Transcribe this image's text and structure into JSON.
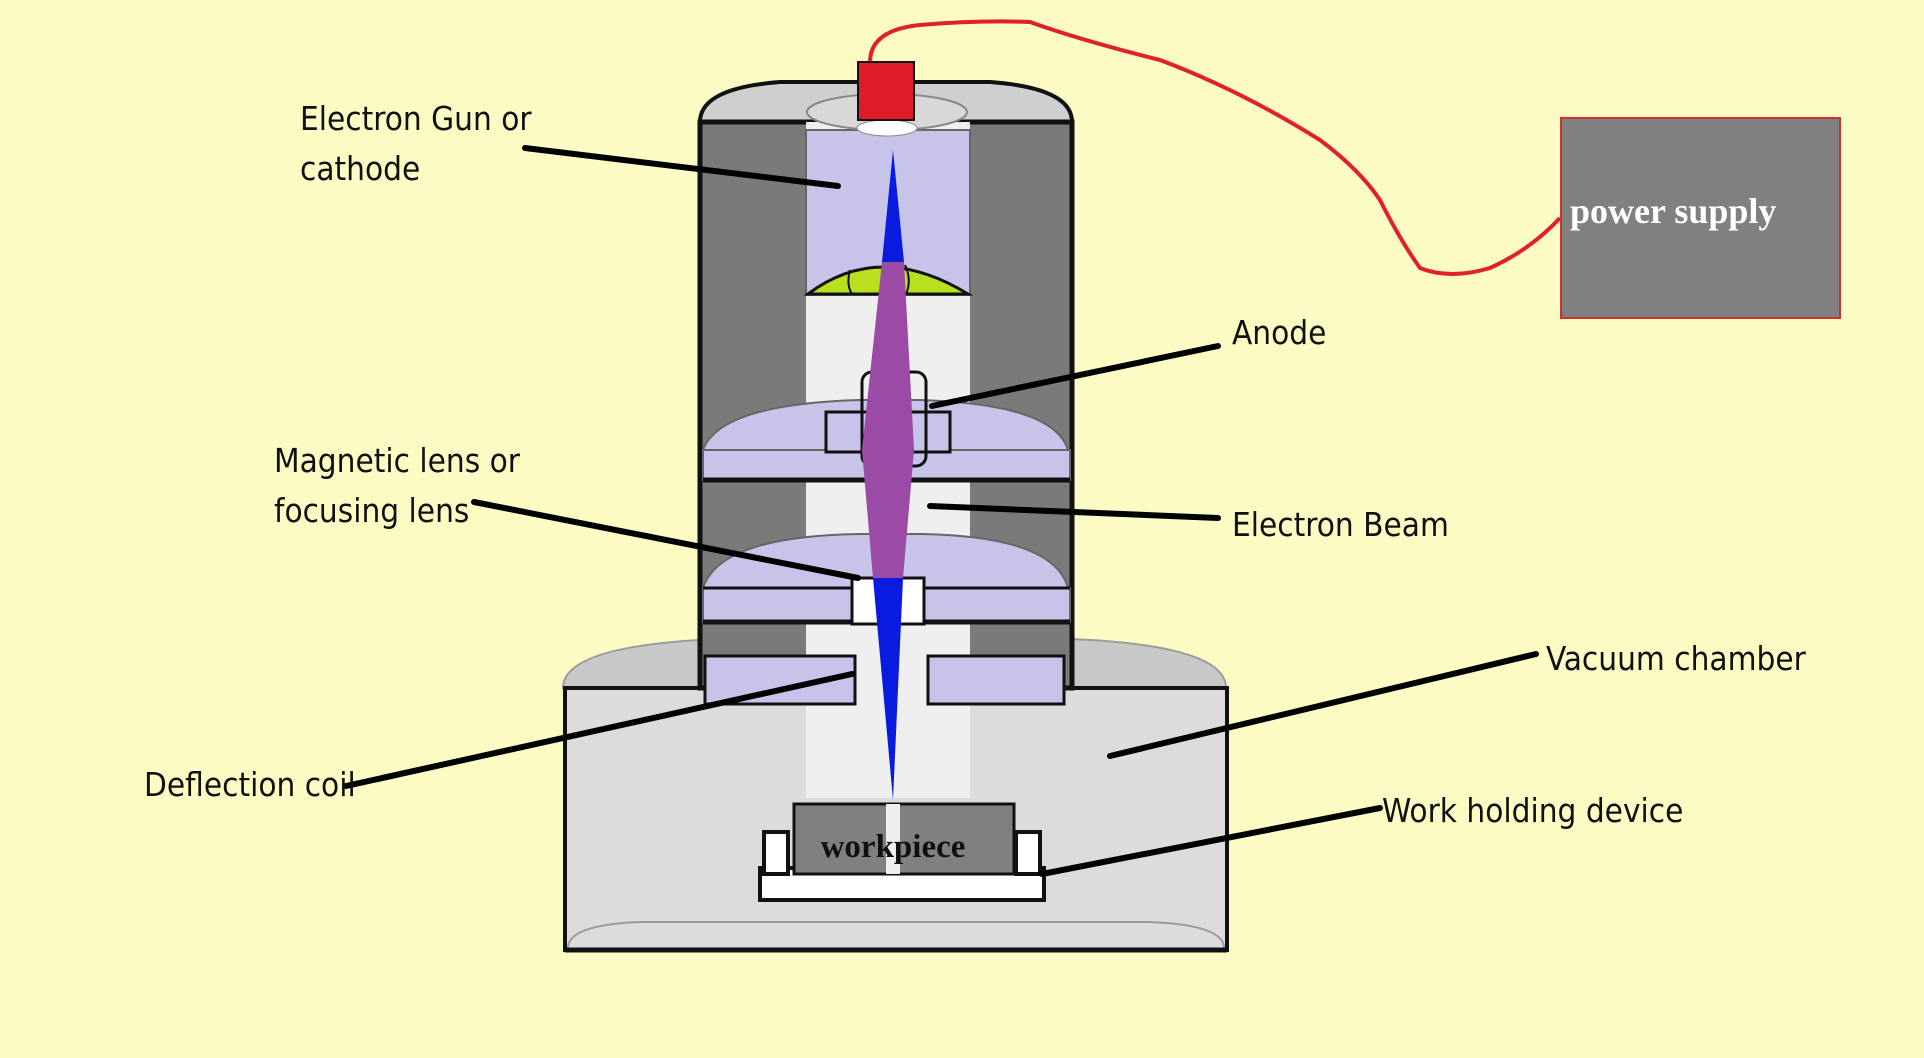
{
  "diagram": {
    "labels": {
      "electron_gun_line1": "Electron Gun or",
      "electron_gun_line2": "cathode",
      "anode": "Anode",
      "magnetic_lens_line1": "Magnetic lens or",
      "magnetic_lens_line2": "focusing lens",
      "electron_beam": "Electron Beam",
      "vacuum_chamber": "Vacuum chamber",
      "deflection_coil": "Deflection coil",
      "work_holding_device": "Work holding device",
      "workpiece": "workpiece",
      "power_supply": "power supply"
    },
    "colors": {
      "background": "#fdfbc4",
      "column_dark": "#7a7a7a",
      "column_light": "#d4d4d4",
      "chamber": "#dcdcdc",
      "lens_purple": "#c8c3e8",
      "beam_purple": "#9b4aa6",
      "beam_blue": "#0a1be0",
      "cathode_green": "#b8e020",
      "power_supply_box": "#808080",
      "power_supply_border": "#d03030",
      "wire": "#e0202a",
      "terminal": "#e01a26",
      "leader_line": "#000000"
    }
  }
}
